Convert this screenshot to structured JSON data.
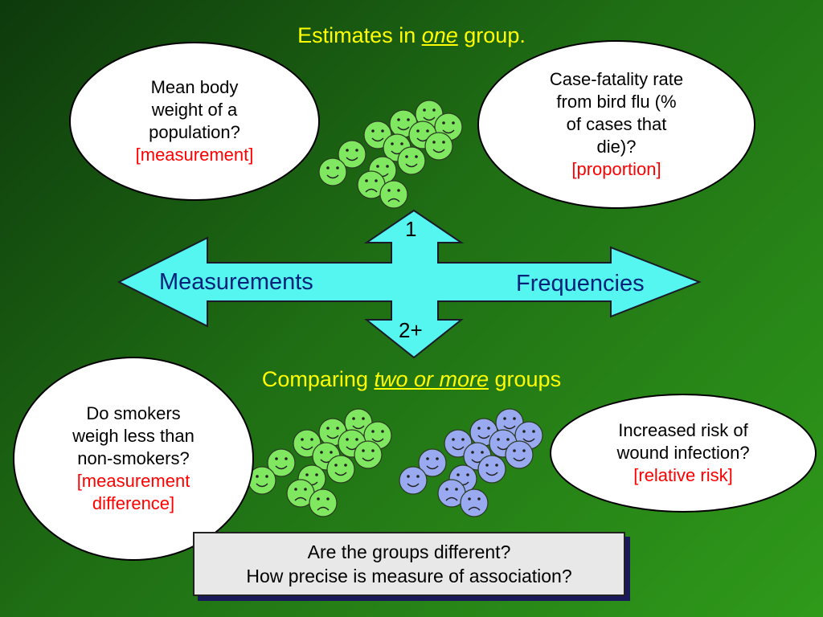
{
  "title_top": {
    "before": "Estimates in ",
    "emphasis": "one",
    "after": " group."
  },
  "title_bottom": {
    "before": "Comparing ",
    "emphasis": "two or more",
    "after": " groups"
  },
  "bubble_mean": {
    "lines": [
      "Mean body",
      "weight of a",
      "population?"
    ],
    "tag": "[measurement]"
  },
  "bubble_case": {
    "lines": [
      "Case-fatality rate",
      "from bird flu (%",
      "of cases that",
      "die)?"
    ],
    "tag": "[proportion]"
  },
  "bubble_smokers": {
    "lines": [
      "Do smokers",
      "weigh less than",
      "non-smokers?"
    ],
    "tag_lines": [
      "[measurement",
      "difference]"
    ]
  },
  "bubble_risk": {
    "lines": [
      "Increased risk of",
      "wound infection?"
    ],
    "tag": "[relative risk]"
  },
  "arrow": {
    "left_label": "Measurements",
    "right_label": "Frequencies",
    "up_label": "1",
    "down_label": "2+"
  },
  "question_box": {
    "line1": "Are the groups different?",
    "line2": "How precise is measure of association?"
  },
  "colors": {
    "arrow_fill": "#55f5f0",
    "green_face": "#7fe860",
    "blue_face": "#9aaaf0",
    "title": "#ffff00",
    "tag": "#ff0000"
  }
}
